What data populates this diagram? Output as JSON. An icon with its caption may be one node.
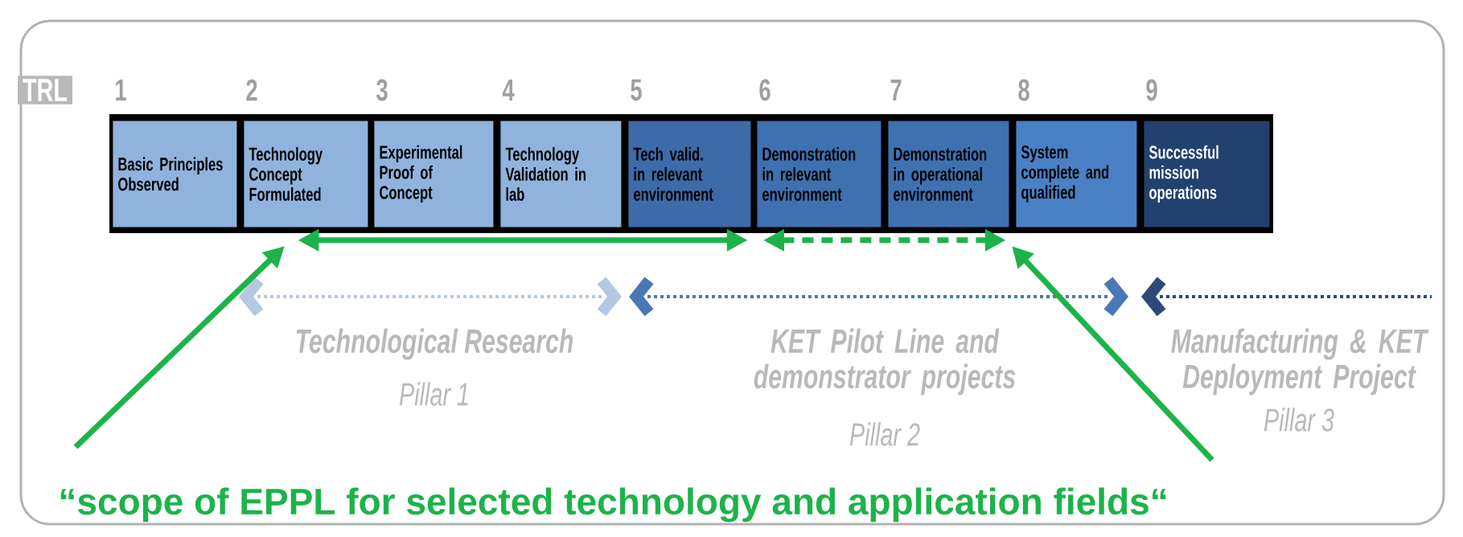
{
  "diagram": {
    "nodes": [
      {
        "text": [
          "Basic Principles Observed"
        ]
      },
      {
        "text": [
          "Technology Concept Formulated"
        ]
      },
      {
        "text": [
          "Experimental Proof of Concept"
        ]
      },
      {
        "text": [
          "Technology Validation in lab"
        ]
      },
      {
        "text": [
          "Tech valid. in relevant environment"
        ]
      },
      {
        "text": [
          "Demonstration in relevant environment"
        ]
      },
      {
        "text": [
          "Demonstration in operational environment"
        ]
      },
      {
        "text": [
          "System complete and qualified"
        ]
      },
      {
        "text": [
          "Successful mission operations"
        ]
      },
      {
        "text": [
          "“scope of EPPL for selected technology and application fields“"
        ]
      }
    ],
    "edges": [
      {
        "from": 1,
        "to": 4,
        "arrow": "both"
      },
      {
        "from": 5,
        "to": 6,
        "arrow": "both",
        "style": "dashed"
      },
      {
        "from": 9,
        "to": null,
        "arrow": "to"
      },
      {
        "from": 9,
        "to": null,
        "arrow": "to"
      }
    ],
    "labels": [
      "TRL",
      "1",
      "2",
      "3",
      "4",
      "5",
      "6",
      "7",
      "8",
      "9",
      "Technological Research",
      "Pillar 1",
      "KET Pilot Line and demonstrator projects",
      "Pillar 2",
      "Manufacturing & KET Deployment Project",
      "Pillar 3"
    ]
  }
}
